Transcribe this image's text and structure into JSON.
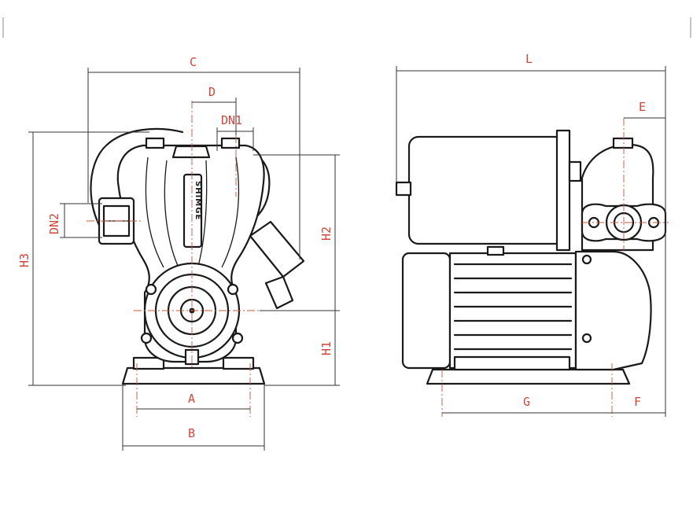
{
  "labels": {
    "front": {
      "C": "C",
      "D": "D",
      "DN1": "DN1",
      "DN2": "DN2",
      "H3": "H3",
      "H2": "H2",
      "H1": "H1",
      "A": "A",
      "B": "B"
    },
    "side": {
      "L": "L",
      "E": "E",
      "G": "G",
      "F": "F"
    }
  },
  "brand_text": "SHIMGE",
  "colors": {
    "label": "#d2463a",
    "centerline": "#c8553d",
    "outline": "#1a1a1a"
  }
}
